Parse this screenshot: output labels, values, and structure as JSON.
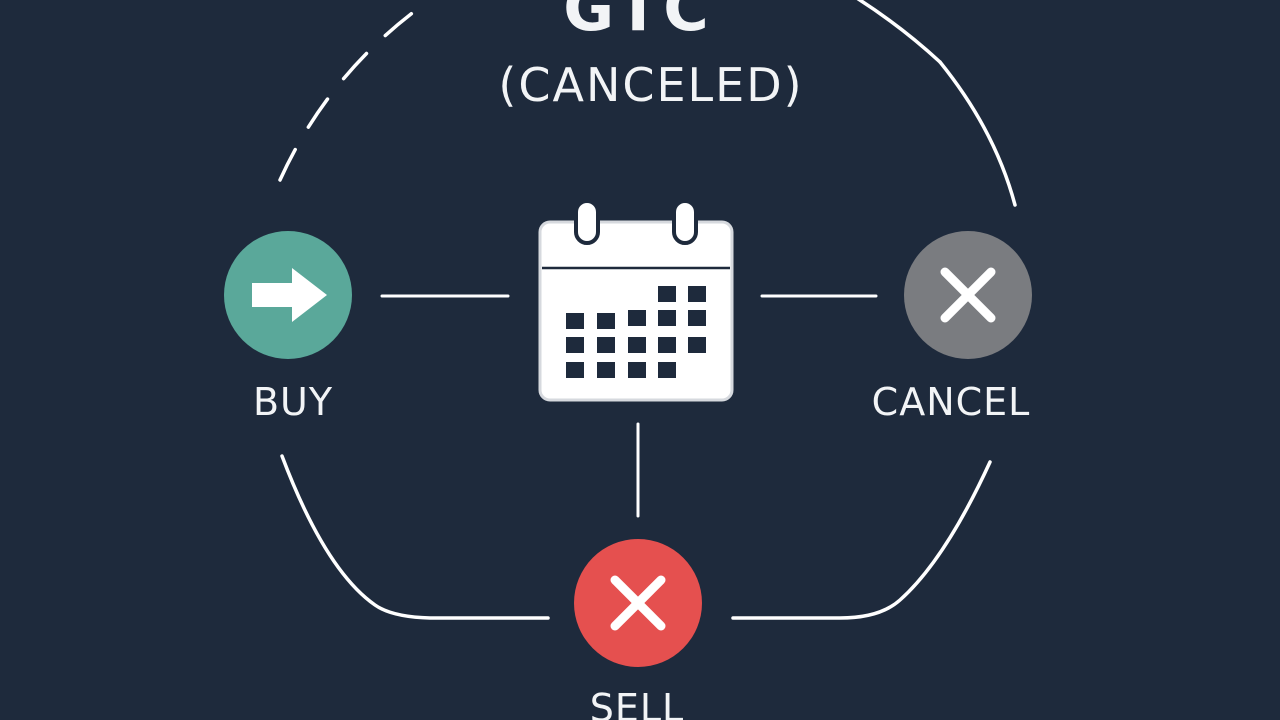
{
  "title": {
    "main": "GTC",
    "sub": "(CANCELED)"
  },
  "nodes": {
    "buy": {
      "label": "BUY",
      "icon": "arrow-right-icon",
      "color": "#5aa89a"
    },
    "cancel": {
      "label": "CANCEL",
      "icon": "close-icon",
      "color": "#7a7c80"
    },
    "sell": {
      "label": "SELL",
      "icon": "close-icon",
      "color": "#e5504f"
    },
    "center": {
      "icon": "calendar-icon",
      "color": "#ffffff"
    }
  },
  "colors": {
    "background": "#1e2a3c",
    "line": "#ffffff"
  }
}
